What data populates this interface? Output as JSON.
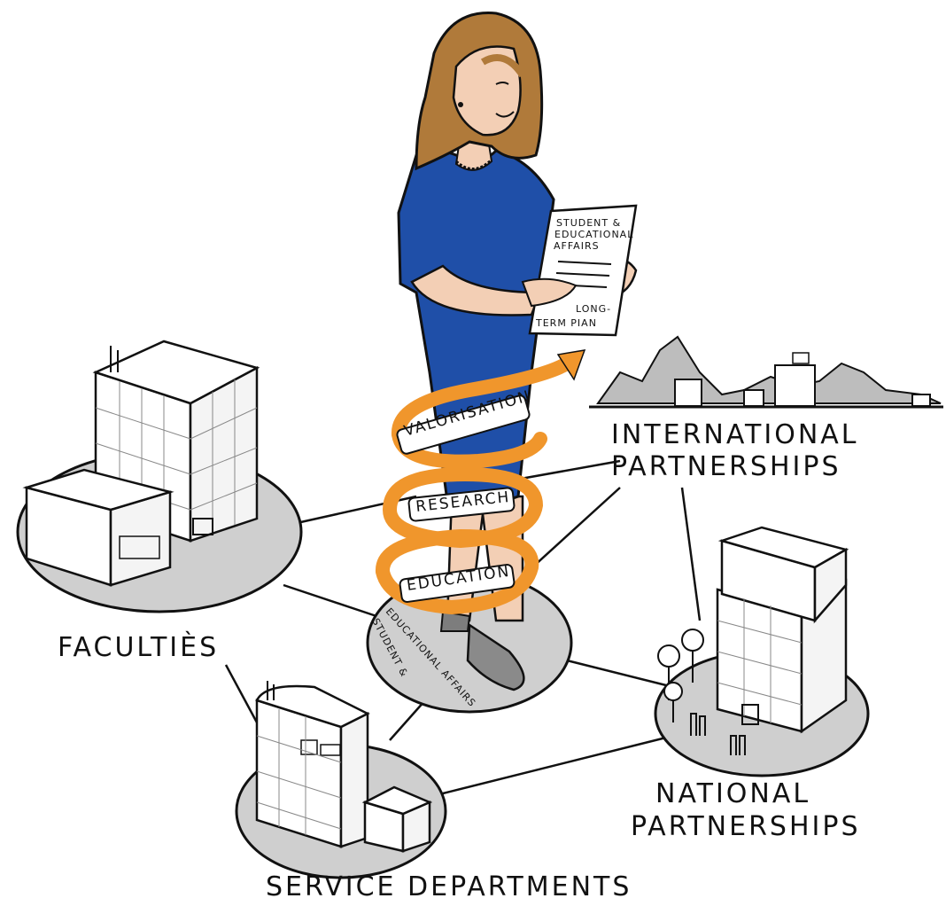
{
  "document": {
    "line1": "STUDENT &",
    "line2": "EDUCATIONAL",
    "line3": "AFFAIRS",
    "footer1": "LONG-",
    "footer2": "TERM PIAN"
  },
  "spiral": {
    "top": "VALORISATION",
    "middle": "RESEARCH",
    "bottom": "EDUCATION"
  },
  "center_disc": {
    "line1": "STUDENT &",
    "line2": "EDUCATIONAL AFFAIRS"
  },
  "nodes": {
    "international": {
      "line1": "INTERNATIONAL",
      "line2": "PARTNERSHIPS"
    },
    "faculties": "FACULTIÈS",
    "national": {
      "line1": "NATIONAL",
      "line2": "PARTNERSHIPS"
    },
    "service": "SERVICE DEPARTMENTS"
  },
  "colors": {
    "dress": "#1f4fa8",
    "hair": "#b07a3a",
    "ribbon": "#f0962c",
    "disc": "#cfcfcf",
    "ink": "#111111"
  }
}
